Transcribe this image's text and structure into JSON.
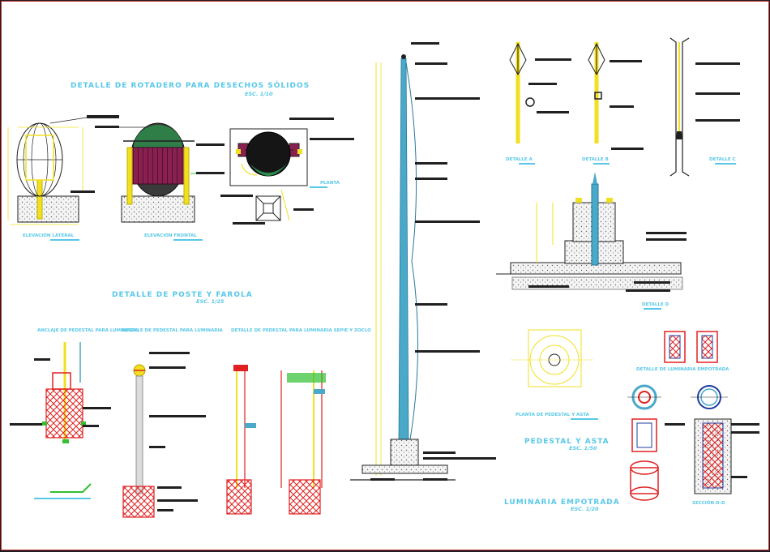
{
  "colors": {
    "frame": "#c83030",
    "cyan": "#58c8e8",
    "yellow": "#f0e020",
    "red": "#e02020",
    "green": "#30c030",
    "dark": "#202020"
  },
  "titles": {
    "rotadero": "DETALLE DE ROTADERO PARA DESECHOS SÓLIDOS",
    "rotadero_scale": "ESC. 1/10",
    "poste": "DETALLE DE POSTE Y FAROLA",
    "poste_scale": "ESC. 1/25",
    "pedestal_asta": "PEDESTAL Y ASTA",
    "pedestal_asta_scale": "ESC. 1/50",
    "luminaria": "LUMINARIA EMPOTRADA",
    "luminaria_scale": "ESC. 1/20"
  },
  "labels": {
    "elev_lateral": "ELEVACIÓN LATERAL",
    "elev_frontal": "ELEVACIÓN FRONTAL",
    "planta_small": "PLANTA",
    "anclaje": "ANCLAJE DE PEDESTAL PARA LUMINARIA",
    "pedestal_lum": "DETALLE DE PEDESTAL PARA LUMINARIA",
    "pedestal_sep": "DETALLE DE PEDESTAL PARA LUMINARIA SEPIE Y ZOCLO",
    "detalle_a": "DETALLE A",
    "detalle_b": "DETALLE B",
    "detalle_c": "DETALLE C",
    "detalle_d": "DETALLE D",
    "planta_pedestal": "PLANTA DE PEDESTAL Y ASTA",
    "detalle_lum_emp": "DETALLE DE LUMINARIA EMPOTRADA",
    "seccion": "SECCIÓN D-D"
  }
}
